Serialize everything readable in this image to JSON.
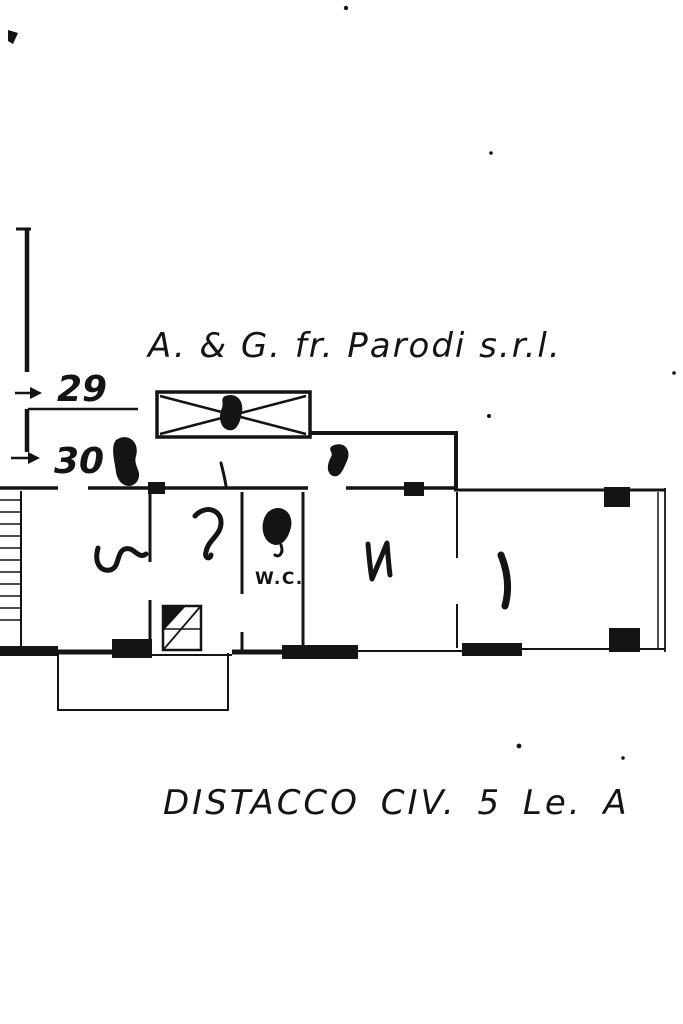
{
  "document": {
    "kind": "scanned cadastral floor plan",
    "paper_color": "#ffffff",
    "ink_color": "#141414"
  },
  "handwriting": {
    "title": "A. & G. fr. Parodi s.r.l.",
    "caption": "DISTACCO CIV. 5 Le. A"
  },
  "plan_labels": {
    "unit_29": "29",
    "unit_30": "30",
    "wc": "W.C."
  }
}
